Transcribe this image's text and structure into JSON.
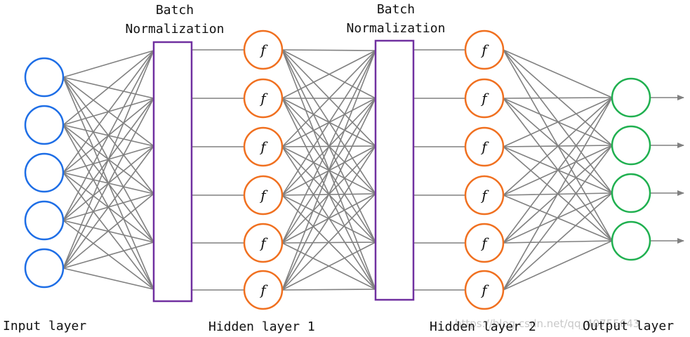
{
  "labels": {
    "bn1_line1": "Batch",
    "bn1_line2": "Normalization",
    "bn2_line1": "Batch",
    "bn2_line2": "Normalization",
    "input": "Input layer",
    "hidden1": "Hidden layer 1",
    "hidden2": "Hidden layer 2",
    "output": "Output layer"
  },
  "node_symbol": "f",
  "watermark": "https://blog.csdn.net/qq_40755643",
  "layers": {
    "input_count": 5,
    "hidden1_count": 6,
    "hidden2_count": 6,
    "output_count": 4
  },
  "colors": {
    "input": "#1e6ee6",
    "hidden": "#f07020",
    "output": "#20b050",
    "batch_norm": "#7030a0",
    "edge": "#808080"
  }
}
